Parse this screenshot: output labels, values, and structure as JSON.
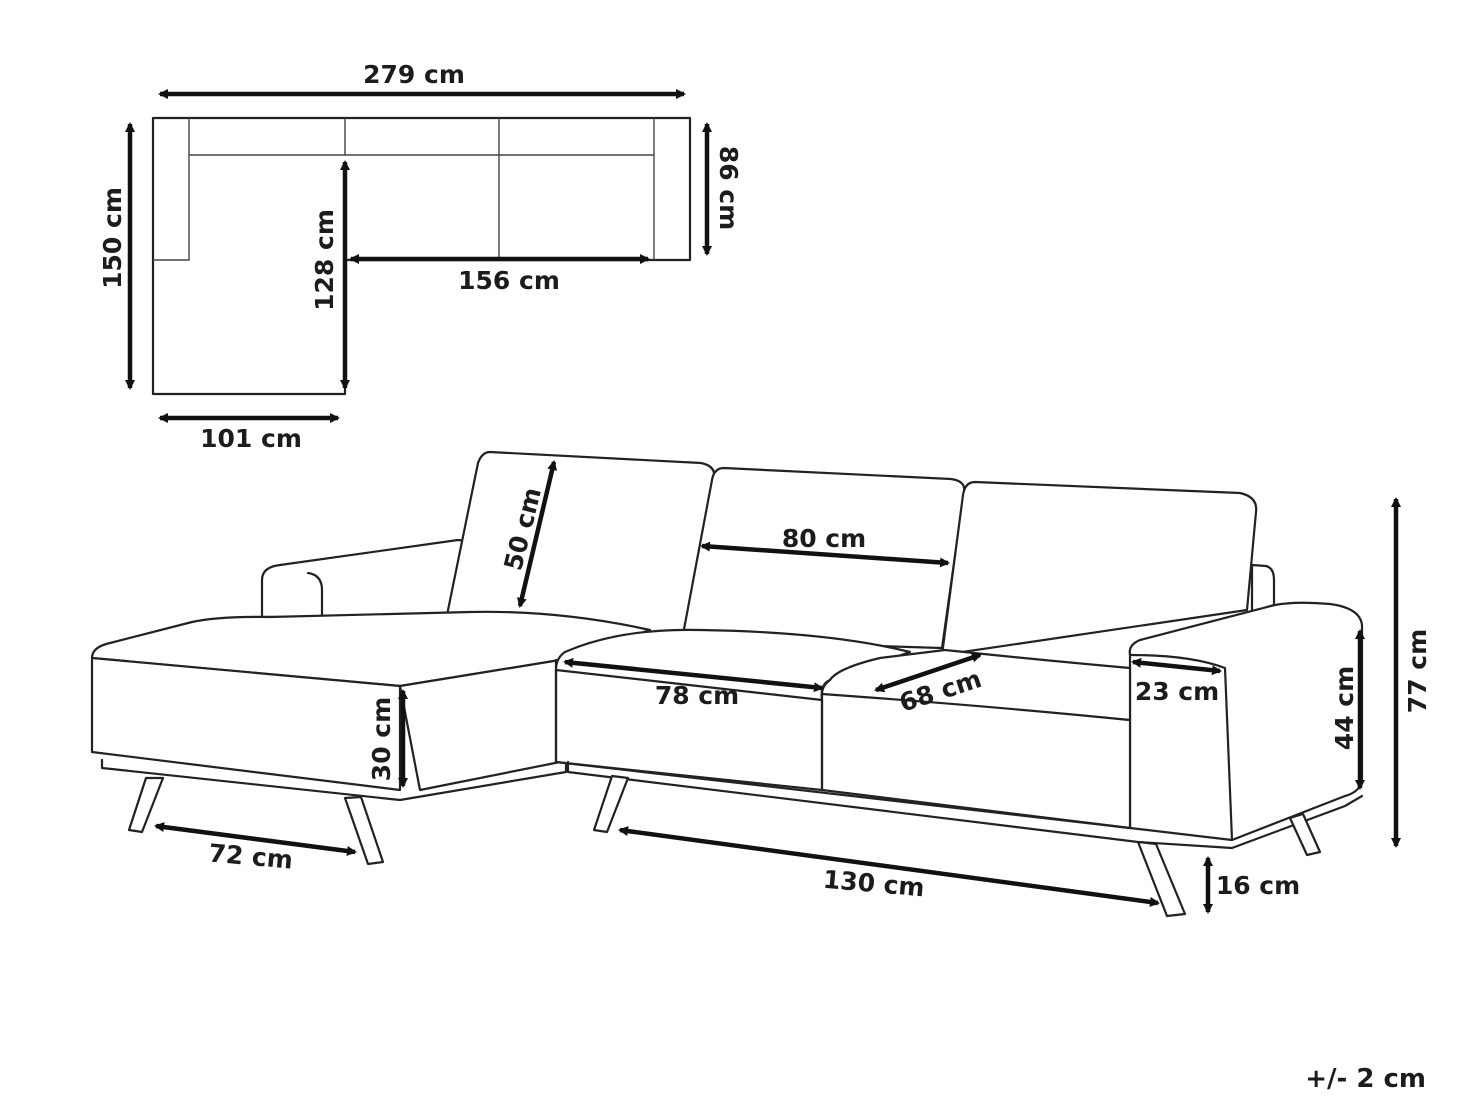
{
  "top_view": {
    "overall_width": "279 cm",
    "overall_depth": "150 cm",
    "chaise_inner_length": "128 cm",
    "seat_width": "156 cm",
    "sofa_depth": "86 cm",
    "chaise_width": "101 cm"
  },
  "perspective_view": {
    "back_height": "50 cm",
    "back_cushion_width": "80 cm",
    "seat_cushion_width": "78 cm",
    "seat_depth": "68 cm",
    "armrest_width": "23 cm",
    "armrest_height": "44 cm",
    "total_height": "77 cm",
    "seat_height": "30 cm",
    "chaise_leg_span": "72 cm",
    "leg_span": "130 cm",
    "leg_height": "16 cm"
  },
  "tolerance": "+/- 2 cm"
}
